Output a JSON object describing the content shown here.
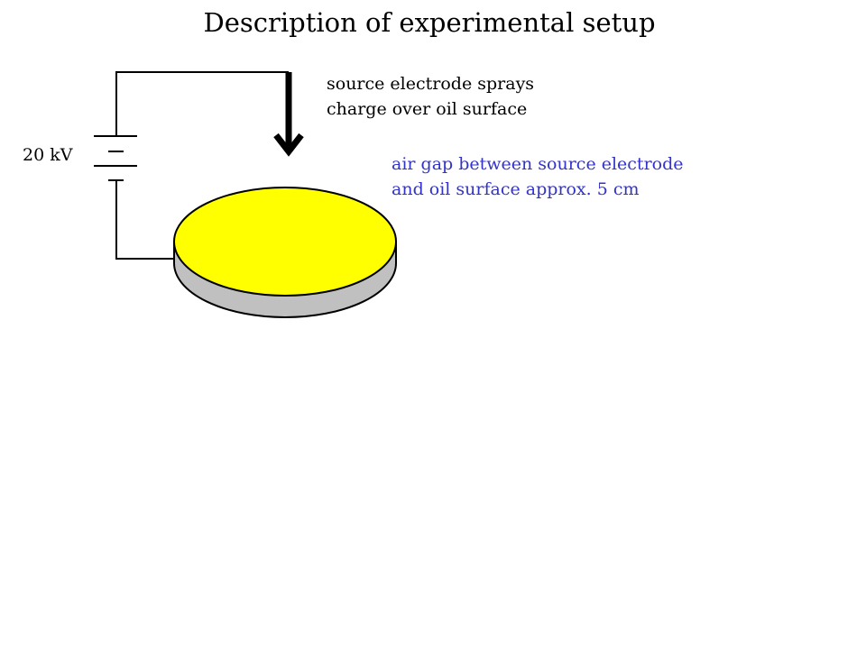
{
  "title": "Description of experimental setup",
  "voltage_label": "20 kV",
  "source_label": {
    "line1": "source electrode sprays",
    "line2": "charge over oil surface"
  },
  "gap_label": {
    "line1": "air gap between source electrode",
    "line2": "and oil surface approx. 5 cm"
  },
  "colors": {
    "oil_surface": "#ffff00",
    "dish_side": "#c0c0c0",
    "gap_text": "#3333cc",
    "wire": "#000000"
  }
}
